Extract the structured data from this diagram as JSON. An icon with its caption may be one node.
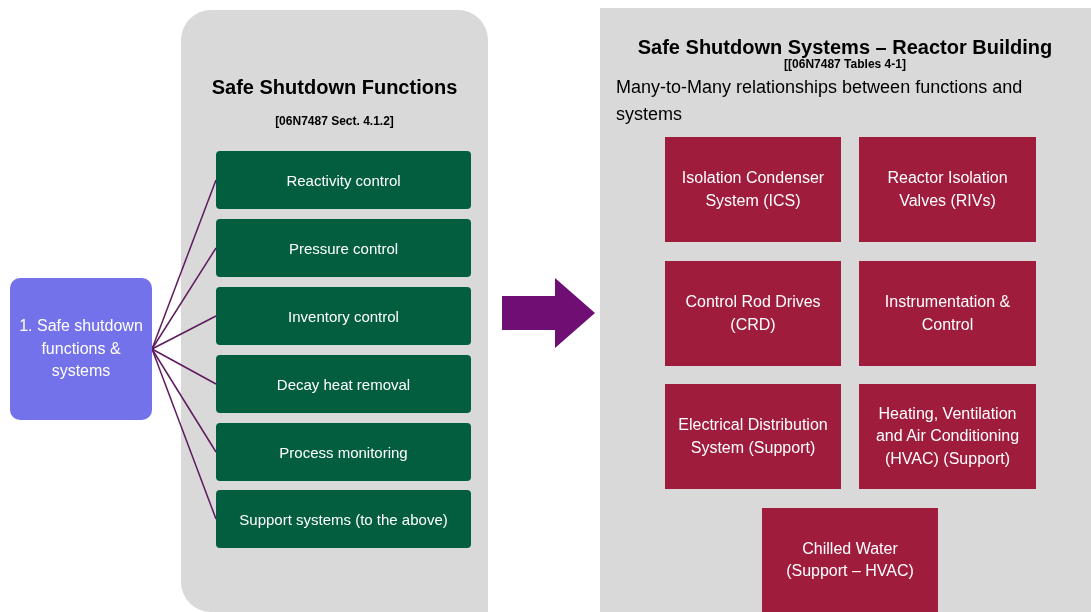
{
  "diagram": {
    "nodes": [
      {
        "text": [
          "1. Safe shutdown functions & systems"
        ]
      },
      {
        "text": [
          "Safe Shutdown Functions",
          "[06N7487 Sect. 4.1.2]"
        ]
      },
      {
        "text": [
          "Reactivity control"
        ],
        "in": 1
      },
      {
        "text": [
          "Pressure control"
        ],
        "in": 1
      },
      {
        "text": [
          "Inventory control"
        ],
        "in": 1
      },
      {
        "text": [
          "Decay heat removal"
        ],
        "in": 1
      },
      {
        "text": [
          "Process monitoring"
        ],
        "in": 1
      },
      {
        "text": [
          "Support systems (to the above)"
        ],
        "in": 1
      },
      {
        "text": [
          "Safe Shutdown Systems – Reactor Building",
          "[[06N7487 Tables 4-1]",
          "Many-to-Many relationships between functions and systems"
        ]
      },
      {
        "text": [
          "Isolation Condenser System (ICS)"
        ],
        "in": 8
      },
      {
        "text": [
          "Reactor Isolation Valves (RIVs)"
        ],
        "in": 8
      },
      {
        "text": [
          "Control Rod Drives (CRD)"
        ],
        "in": 8
      },
      {
        "text": [
          "Instrumentation & Control"
        ],
        "in": 8
      },
      {
        "text": [
          "Electrical Distribution System (Support)"
        ],
        "in": 8
      },
      {
        "text": [
          "Heating, Ventilation and Air Conditioning (HVAC) (Support)"
        ],
        "in": 8
      },
      {
        "text": [
          "Chilled Water (Support – HVAC)"
        ],
        "in": 8
      }
    ],
    "edges": [
      {
        "from": 0,
        "to": 2,
        "arrow": "none"
      },
      {
        "from": 0,
        "to": 3,
        "arrow": "none"
      },
      {
        "from": 0,
        "to": 4,
        "arrow": "none"
      },
      {
        "from": 0,
        "to": 5,
        "arrow": "none"
      },
      {
        "from": 0,
        "to": 6,
        "arrow": "none"
      },
      {
        "from": 0,
        "to": 7,
        "arrow": "none"
      },
      {
        "from": 1,
        "to": 8,
        "arrow": "to",
        "style": "thick"
      }
    ]
  }
}
